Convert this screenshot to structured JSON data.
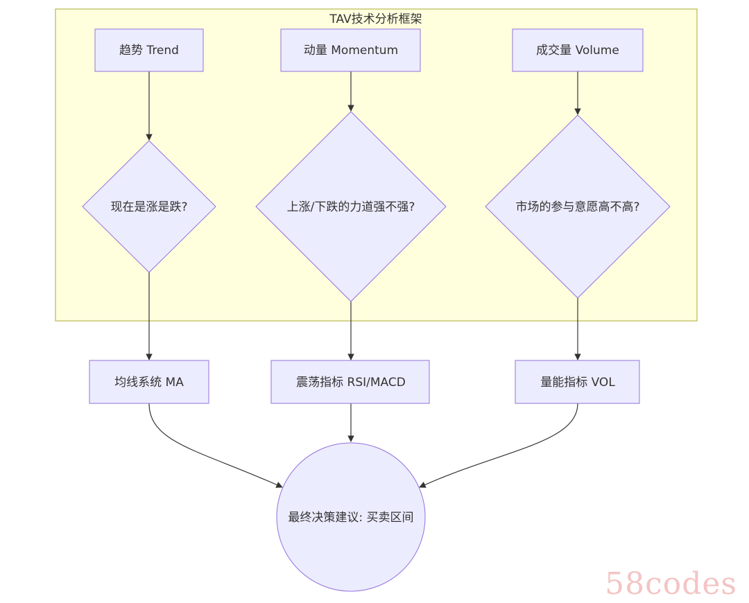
{
  "colors": {
    "cluster_fill": "#ffffde",
    "cluster_stroke": "#aaaa33",
    "node_fill": "#ececff",
    "node_stroke": "#9370db",
    "edge": "#333333",
    "watermark": "#f4c4c4"
  },
  "cluster": {
    "title": "TAV技术分析框架"
  },
  "nodes": {
    "trend": "趋势 Trend",
    "momentum": "动量 Momentum",
    "volume": "成交量 Volume",
    "q_trend": "现在是涨是跌?",
    "q_momentum": "上涨/下跌的力道强不强?",
    "q_volume": "市场的参与意愿高不高?",
    "ma": "均线系统 MA",
    "rsi_macd": "震荡指标 RSI/MACD",
    "vol": "量能指标 VOL",
    "decision": "最终决策建议: 买卖区间"
  },
  "edges": [
    {
      "from": "trend",
      "to": "q_trend"
    },
    {
      "from": "momentum",
      "to": "q_momentum"
    },
    {
      "from": "volume",
      "to": "q_volume"
    },
    {
      "from": "q_trend",
      "to": "ma"
    },
    {
      "from": "q_momentum",
      "to": "rsi_macd"
    },
    {
      "from": "q_volume",
      "to": "vol"
    },
    {
      "from": "ma",
      "to": "decision"
    },
    {
      "from": "rsi_macd",
      "to": "decision"
    },
    {
      "from": "vol",
      "to": "decision"
    }
  ],
  "watermark": "58codes"
}
